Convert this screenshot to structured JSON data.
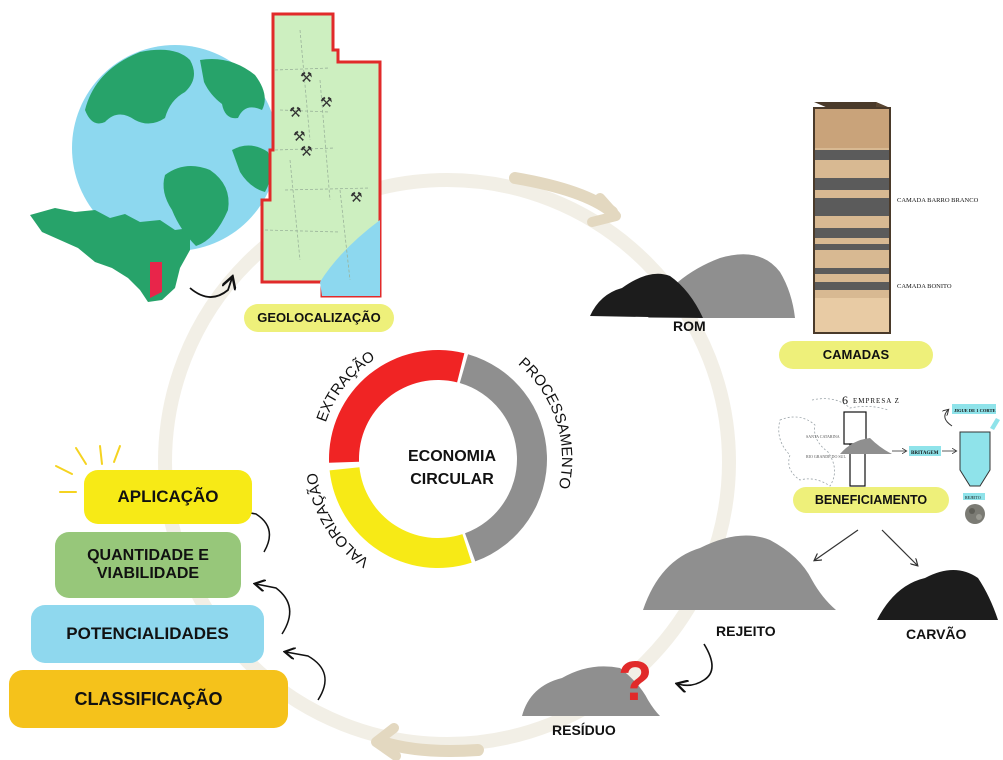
{
  "center": {
    "title_line1": "ECONOMIA",
    "title_line2": "CIRCULAR",
    "segments": [
      {
        "label": "EXTRAÇÃO",
        "color": "#f02424"
      },
      {
        "label": "PROCESSAMENTO",
        "color": "#8f8f8f"
      },
      {
        "label": "VALORIZAÇÃO",
        "color": "#f7ea16"
      }
    ]
  },
  "steps": {
    "geolocalizacao": "GEOLOCALIZAÇÃO",
    "rom": "ROM",
    "camadas": "CAMADAS",
    "beneficiamento": "BENEFICIAMENTO",
    "rejeito": "REJEITO",
    "carvao": "CARVÃO",
    "residuo": "RESÍDUO",
    "question": "?"
  },
  "strata": {
    "barro_branco": "CAMADA BARRO BRANCO",
    "bonito": "CAMADA BONITO"
  },
  "beneficiamento_detail": {
    "company": "EMPRESA Z",
    "company_number": "6",
    "map_label_1": "SANTA CATARINA",
    "map_label_2": "RIO GRANDE DO SUL",
    "britagem": "BRITAGEM",
    "jigue": "JIGUE DE 1 CORTE",
    "rejeito_tag": "REJEITO"
  },
  "valorizacao_stack": {
    "aplicacao": "APLICAÇÃO",
    "quantidade_line1": "QUANTIDADE E",
    "quantidade_line2": "VIABILIDADE",
    "potencialidades": "POTENCIALIDADES",
    "classificacao": "CLASSIFICAÇÃO"
  },
  "colors": {
    "pill_yellow": "#eef07a",
    "cycle_ring": "#f2efe6",
    "cycle_arrow": "#e3d8c0",
    "gray_pile": "#8f8f8f",
    "coal": "#1c1c1c",
    "aplicacao": "#f7ea16",
    "quantidade": "#97c77a",
    "potencialidades": "#8fd8ee",
    "classificacao": "#f5c21b",
    "ocean": "#8dd8ef",
    "land": "#27a36a",
    "map_fill": "#cdefc0",
    "map_border": "#e12a2a",
    "question": "#e12a2a"
  },
  "icons": [
    "globe-icon",
    "mining-pick-icon",
    "curved-arrow-icon",
    "sparkle-lines-icon",
    "coal-sample-icon",
    "tank-icon"
  ]
}
